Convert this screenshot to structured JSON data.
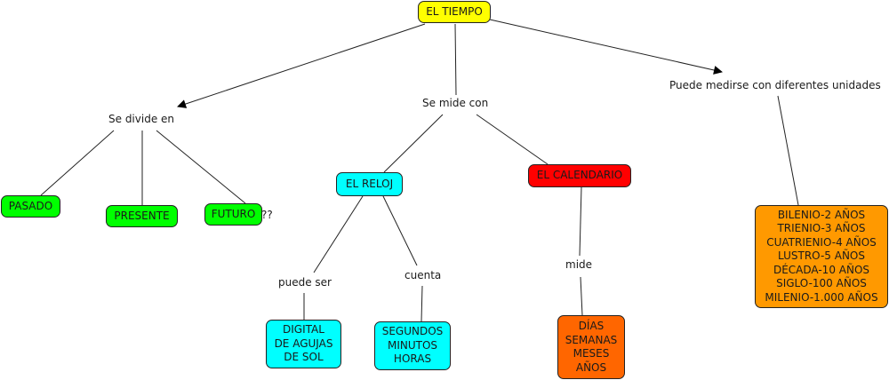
{
  "colors": {
    "yellow": "#ffff00",
    "green": "#00ff00",
    "cyan": "#00ffff",
    "red": "#ff0000",
    "orange_dark": "#ff6600",
    "orange": "#ff9900",
    "line": "#222222"
  },
  "concepts": {
    "root": "EL TIEMPO",
    "pasado": "PASADO",
    "presente": "PRESENTE",
    "futuro": "FUTURO",
    "futuro_suffix": "??",
    "reloj": "EL RELOJ",
    "calendario": "EL CALENDARIO",
    "reloj_tipos": [
      "DIGITAL",
      "DE AGUJAS",
      "DE SOL"
    ],
    "reloj_cuenta": [
      "SEGUNDOS",
      "MINUTOS",
      "HORAS"
    ],
    "calendario_mide": [
      "DÍAS",
      "SEMANAS",
      "MESES",
      "AÑOS"
    ],
    "unidades": [
      "BILENIO-2 AÑOS",
      "TRIENIO-3 AÑOS",
      "CUATRIENIO-4 AÑOS",
      "LUSTRO-5 AÑOS",
      "DÉCADA-10 AÑOS",
      "SIGLO-100 AÑOS",
      "MILENIO-1.000 AÑOS"
    ]
  },
  "linking_phrases": {
    "divide": "Se divide en",
    "mide_con": "Se mide con",
    "unidades": "Puede medirse con diferentes unidades",
    "puede_ser": "puede ser",
    "cuenta": "cuenta",
    "mide": "mide"
  }
}
